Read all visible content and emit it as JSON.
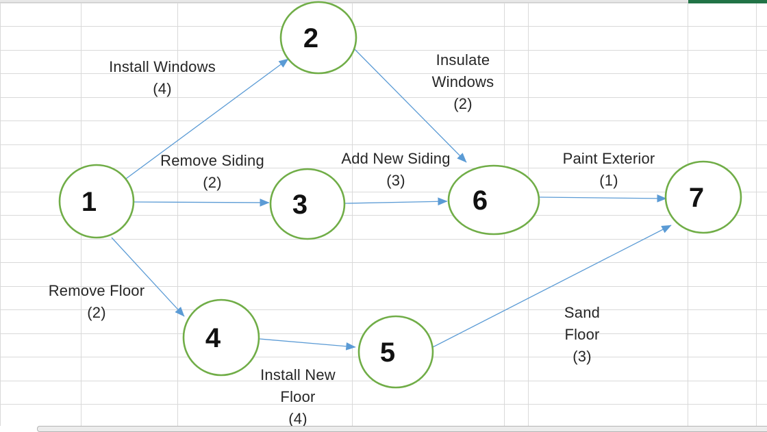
{
  "chrome": {
    "top_accent_color": "#217346",
    "scrollbar_present": true
  },
  "diagram": {
    "type": "activity-on-arrow-network",
    "colors": {
      "node_stroke": "#70AD47",
      "node_fill": "#FFFFFF",
      "arrow": "#5B9BD5",
      "label_text": "#262626",
      "gridline": "#D9D9D9"
    },
    "nodes": [
      {
        "id": "1",
        "label": "1"
      },
      {
        "id": "2",
        "label": "2"
      },
      {
        "id": "3",
        "label": "3"
      },
      {
        "id": "4",
        "label": "4"
      },
      {
        "id": "5",
        "label": "5"
      },
      {
        "id": "6",
        "label": "6"
      },
      {
        "id": "7",
        "label": "7"
      }
    ],
    "activities": [
      {
        "id": "install-windows",
        "from": "1",
        "to": "2",
        "name": "Install Windows",
        "duration": 4,
        "lines": [
          "Install Windows",
          "(4)"
        ]
      },
      {
        "id": "insulate-windows",
        "from": "2",
        "to": "6",
        "name": "Insulate Windows",
        "duration": 2,
        "lines": [
          "Insulate",
          "Windows",
          "(2)"
        ]
      },
      {
        "id": "remove-siding",
        "from": "1",
        "to": "3",
        "name": "Remove Siding",
        "duration": 2,
        "lines": [
          "Remove Siding",
          "(2)"
        ]
      },
      {
        "id": "add-new-siding",
        "from": "3",
        "to": "6",
        "name": "Add New Siding",
        "duration": 3,
        "lines": [
          "Add New Siding",
          "(3)"
        ]
      },
      {
        "id": "paint-exterior",
        "from": "6",
        "to": "7",
        "name": "Paint Exterior",
        "duration": 1,
        "lines": [
          "Paint Exterior",
          "(1)"
        ]
      },
      {
        "id": "remove-floor",
        "from": "1",
        "to": "4",
        "name": "Remove Floor",
        "duration": 2,
        "lines": [
          "Remove Floor",
          "(2)"
        ]
      },
      {
        "id": "install-new-floor",
        "from": "4",
        "to": "5",
        "name": "Install New Floor",
        "duration": 4,
        "lines": [
          "Install New",
          "Floor",
          "(4)"
        ]
      },
      {
        "id": "sand-floor",
        "from": "5",
        "to": "7",
        "name": "Sand Floor",
        "duration": 3,
        "lines": [
          "Sand",
          "Floor",
          "(3)"
        ]
      }
    ]
  }
}
